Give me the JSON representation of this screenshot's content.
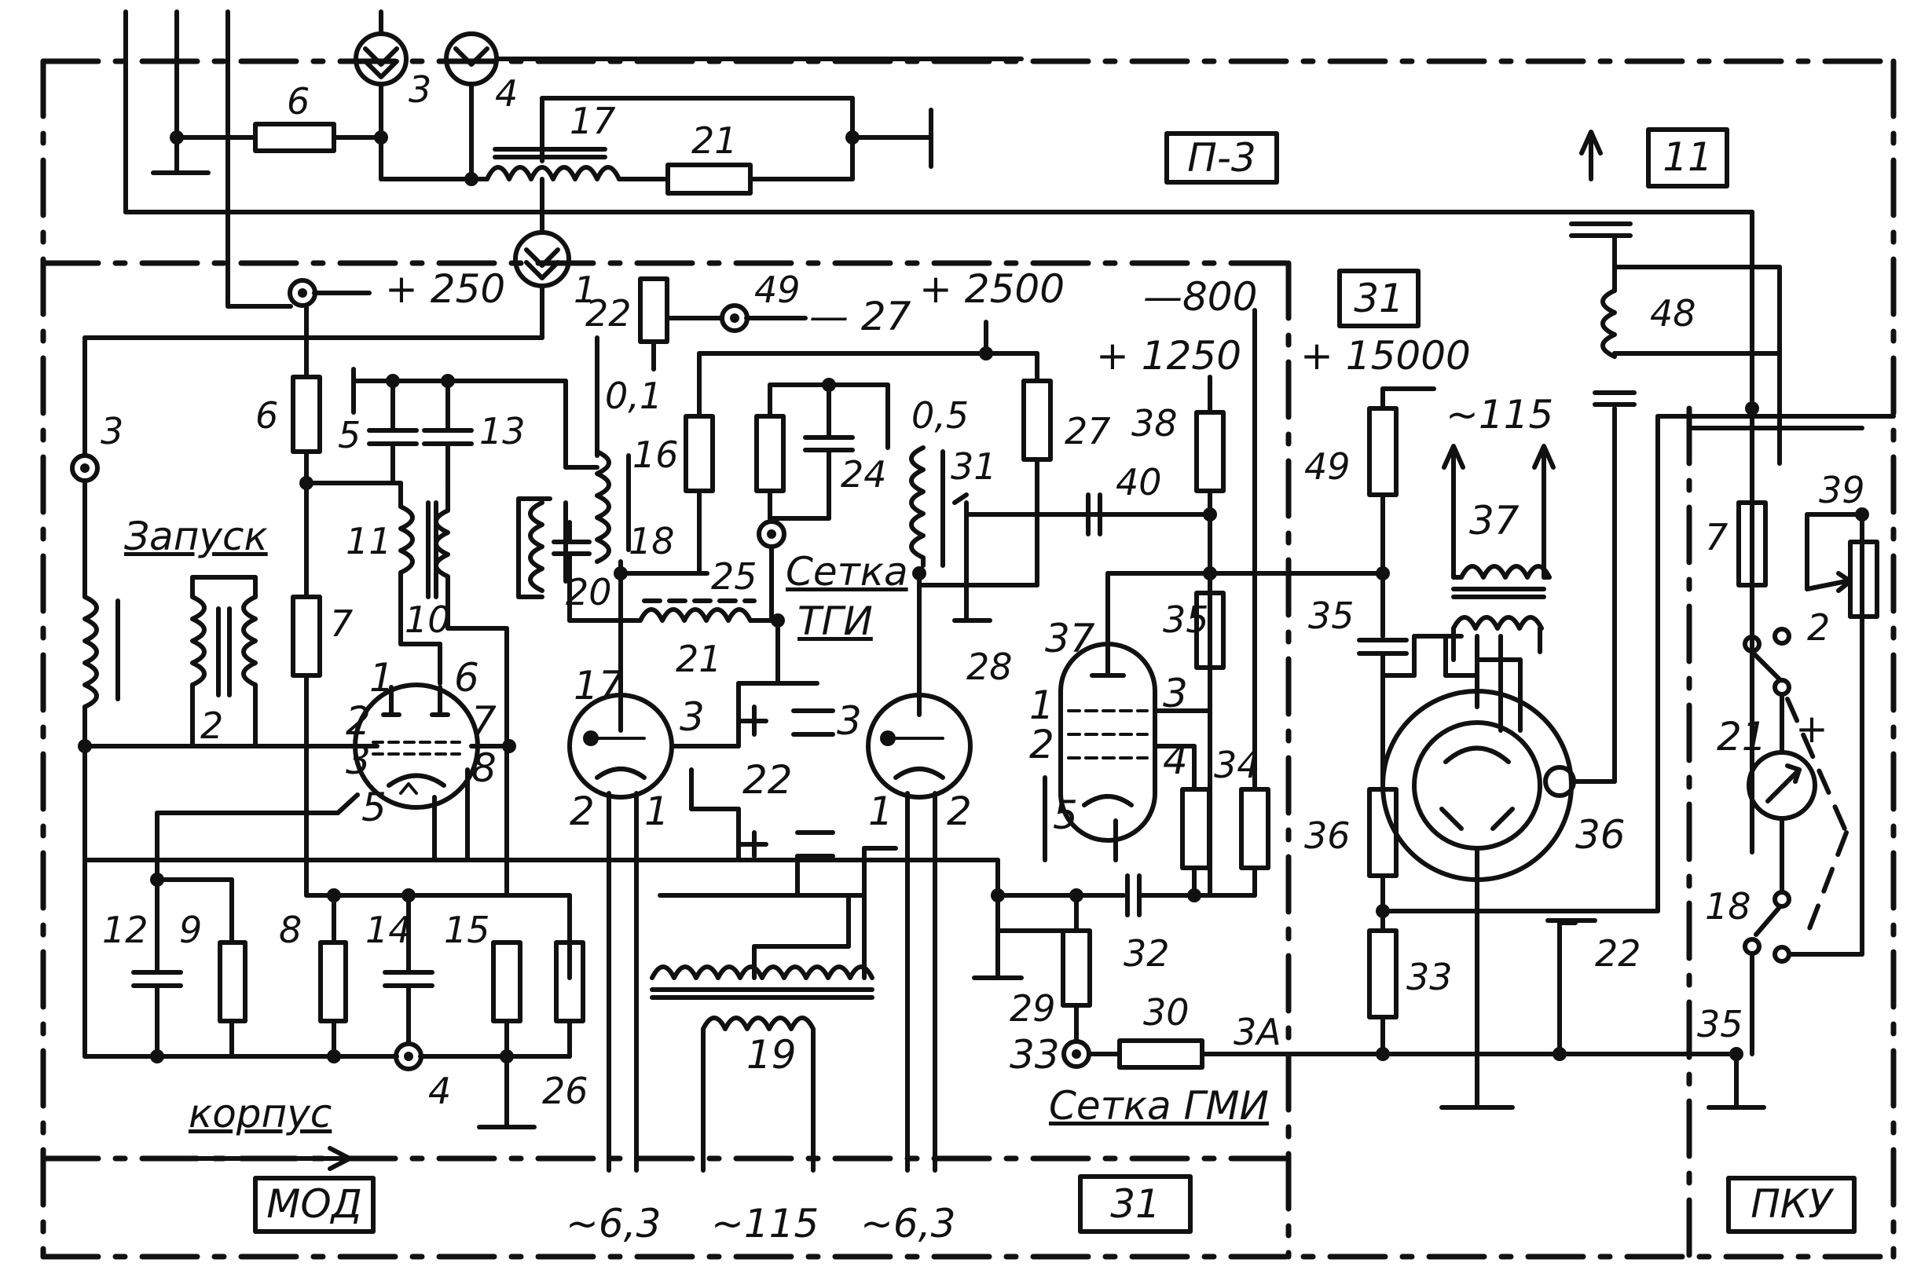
{
  "blocks": {
    "p3": "П-3",
    "b11": "11",
    "b31_top": "31",
    "b31_bottom": "31",
    "mod": "МОД",
    "pku": "ПКУ"
  },
  "texts": {
    "zapusk": "Запуск",
    "korpus": "корпус",
    "setka_tgi_1": "Сетка",
    "setka_tgi_2": "ТГИ",
    "setka_gmi": "Сетка ГМИ",
    "v_plus250": "+ 250",
    "v_minus27": "— 27",
    "v_plus2500": "+ 2500",
    "v_minus800": "—800",
    "v_plus1250": "+ 1250",
    "v_plus15000": "+ 15000",
    "v_ac115_top": "~115",
    "v_63_left": "~6,3",
    "v_115_bottom": "~115",
    "v_63_right": "~6,3"
  },
  "labels": {
    "n6_top": "6",
    "n3_top": "3",
    "n4_top": "4",
    "n17_top": "17",
    "n21_top": "21",
    "n1_top": "1",
    "n22_top": "22",
    "n49_top": "49",
    "n3_left": "3",
    "n6_left": "6",
    "n5": "5",
    "n13": "13",
    "n11": "11",
    "n10": "10",
    "n7_left": "7",
    "n2_zap": "2",
    "p1": "1",
    "p6": "6",
    "p2": "2",
    "p7": "7",
    "p3": "3",
    "p8": "8",
    "p5": "5",
    "n01": "0,1",
    "n16": "16",
    "n18": "18",
    "n20": "20",
    "n25": "25",
    "n21_mid": "21",
    "n24": "24",
    "n17_tube": "17",
    "t17_3": "3",
    "t17_2": "2",
    "t17_1": "1",
    "n22_mid": "22",
    "t22_3": "3",
    "t22_1": "1",
    "t22_2": "2",
    "n05": "0,5",
    "n31": "31",
    "n27": "27",
    "n28": "28",
    "n38": "38",
    "n40": "40",
    "n37": "37",
    "t37_1": "1",
    "t37_2": "2",
    "t37_3": "3",
    "t37_4": "4",
    "t37_5": "5",
    "n35_r": "35",
    "n34": "34",
    "n12": "12",
    "n9": "9",
    "n8": "8",
    "n14": "14",
    "n15": "15",
    "n4_bot": "4",
    "n26": "26",
    "n19": "19",
    "n32": "32",
    "n29": "29",
    "n30": "30",
    "n3A": "3А",
    "n33_bot": "33",
    "n48": "48",
    "n49_right": "49",
    "n35_c": "35",
    "n37_tr": "37",
    "n36_r": "36",
    "n36_crt": "36",
    "n33_r": "33",
    "n22_right": "22",
    "n39": "39",
    "n7_right": "7",
    "n2_right": "2",
    "n21_meter": "21",
    "plus": "+",
    "n18_right": "18",
    "n35_right": "35"
  }
}
